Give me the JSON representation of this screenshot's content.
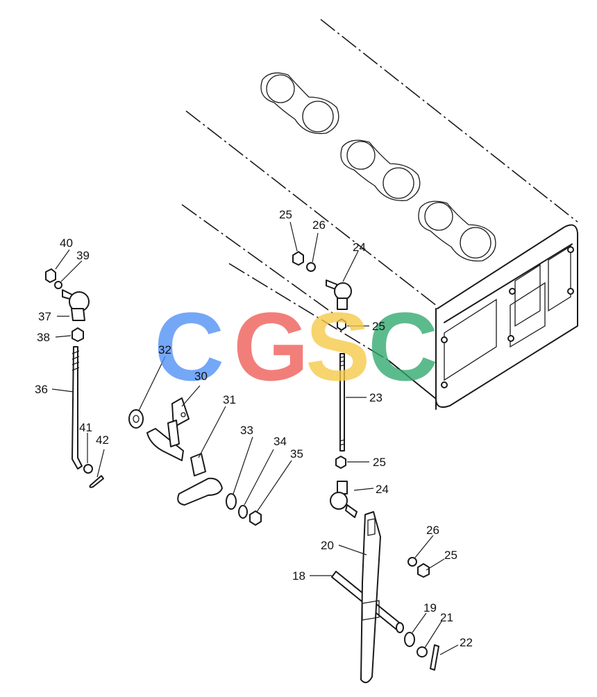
{
  "watermark": {
    "letters": [
      {
        "char": "C",
        "color": "#4f8ff5"
      },
      {
        "char": "G",
        "color": "#ef5a55"
      },
      {
        "char": "S",
        "color": "#f6c945"
      },
      {
        "char": "C",
        "color": "#2fa86c"
      }
    ]
  },
  "callouts": {
    "p18": "18",
    "p19": "19",
    "p20": "20",
    "p21": "21",
    "p22": "22",
    "p23": "23",
    "p24a": "24",
    "p24b": "24",
    "p25a": "25",
    "p25b": "25",
    "p25c": "25",
    "p25d": "25",
    "p26a": "26",
    "p26b": "26",
    "p30": "30",
    "p31": "31",
    "p32": "32",
    "p33": "33",
    "p34": "34",
    "p35": "35",
    "p36": "36",
    "p37": "37",
    "p38": "38",
    "p39": "39",
    "p40": "40",
    "p41": "41",
    "p42": "42"
  }
}
